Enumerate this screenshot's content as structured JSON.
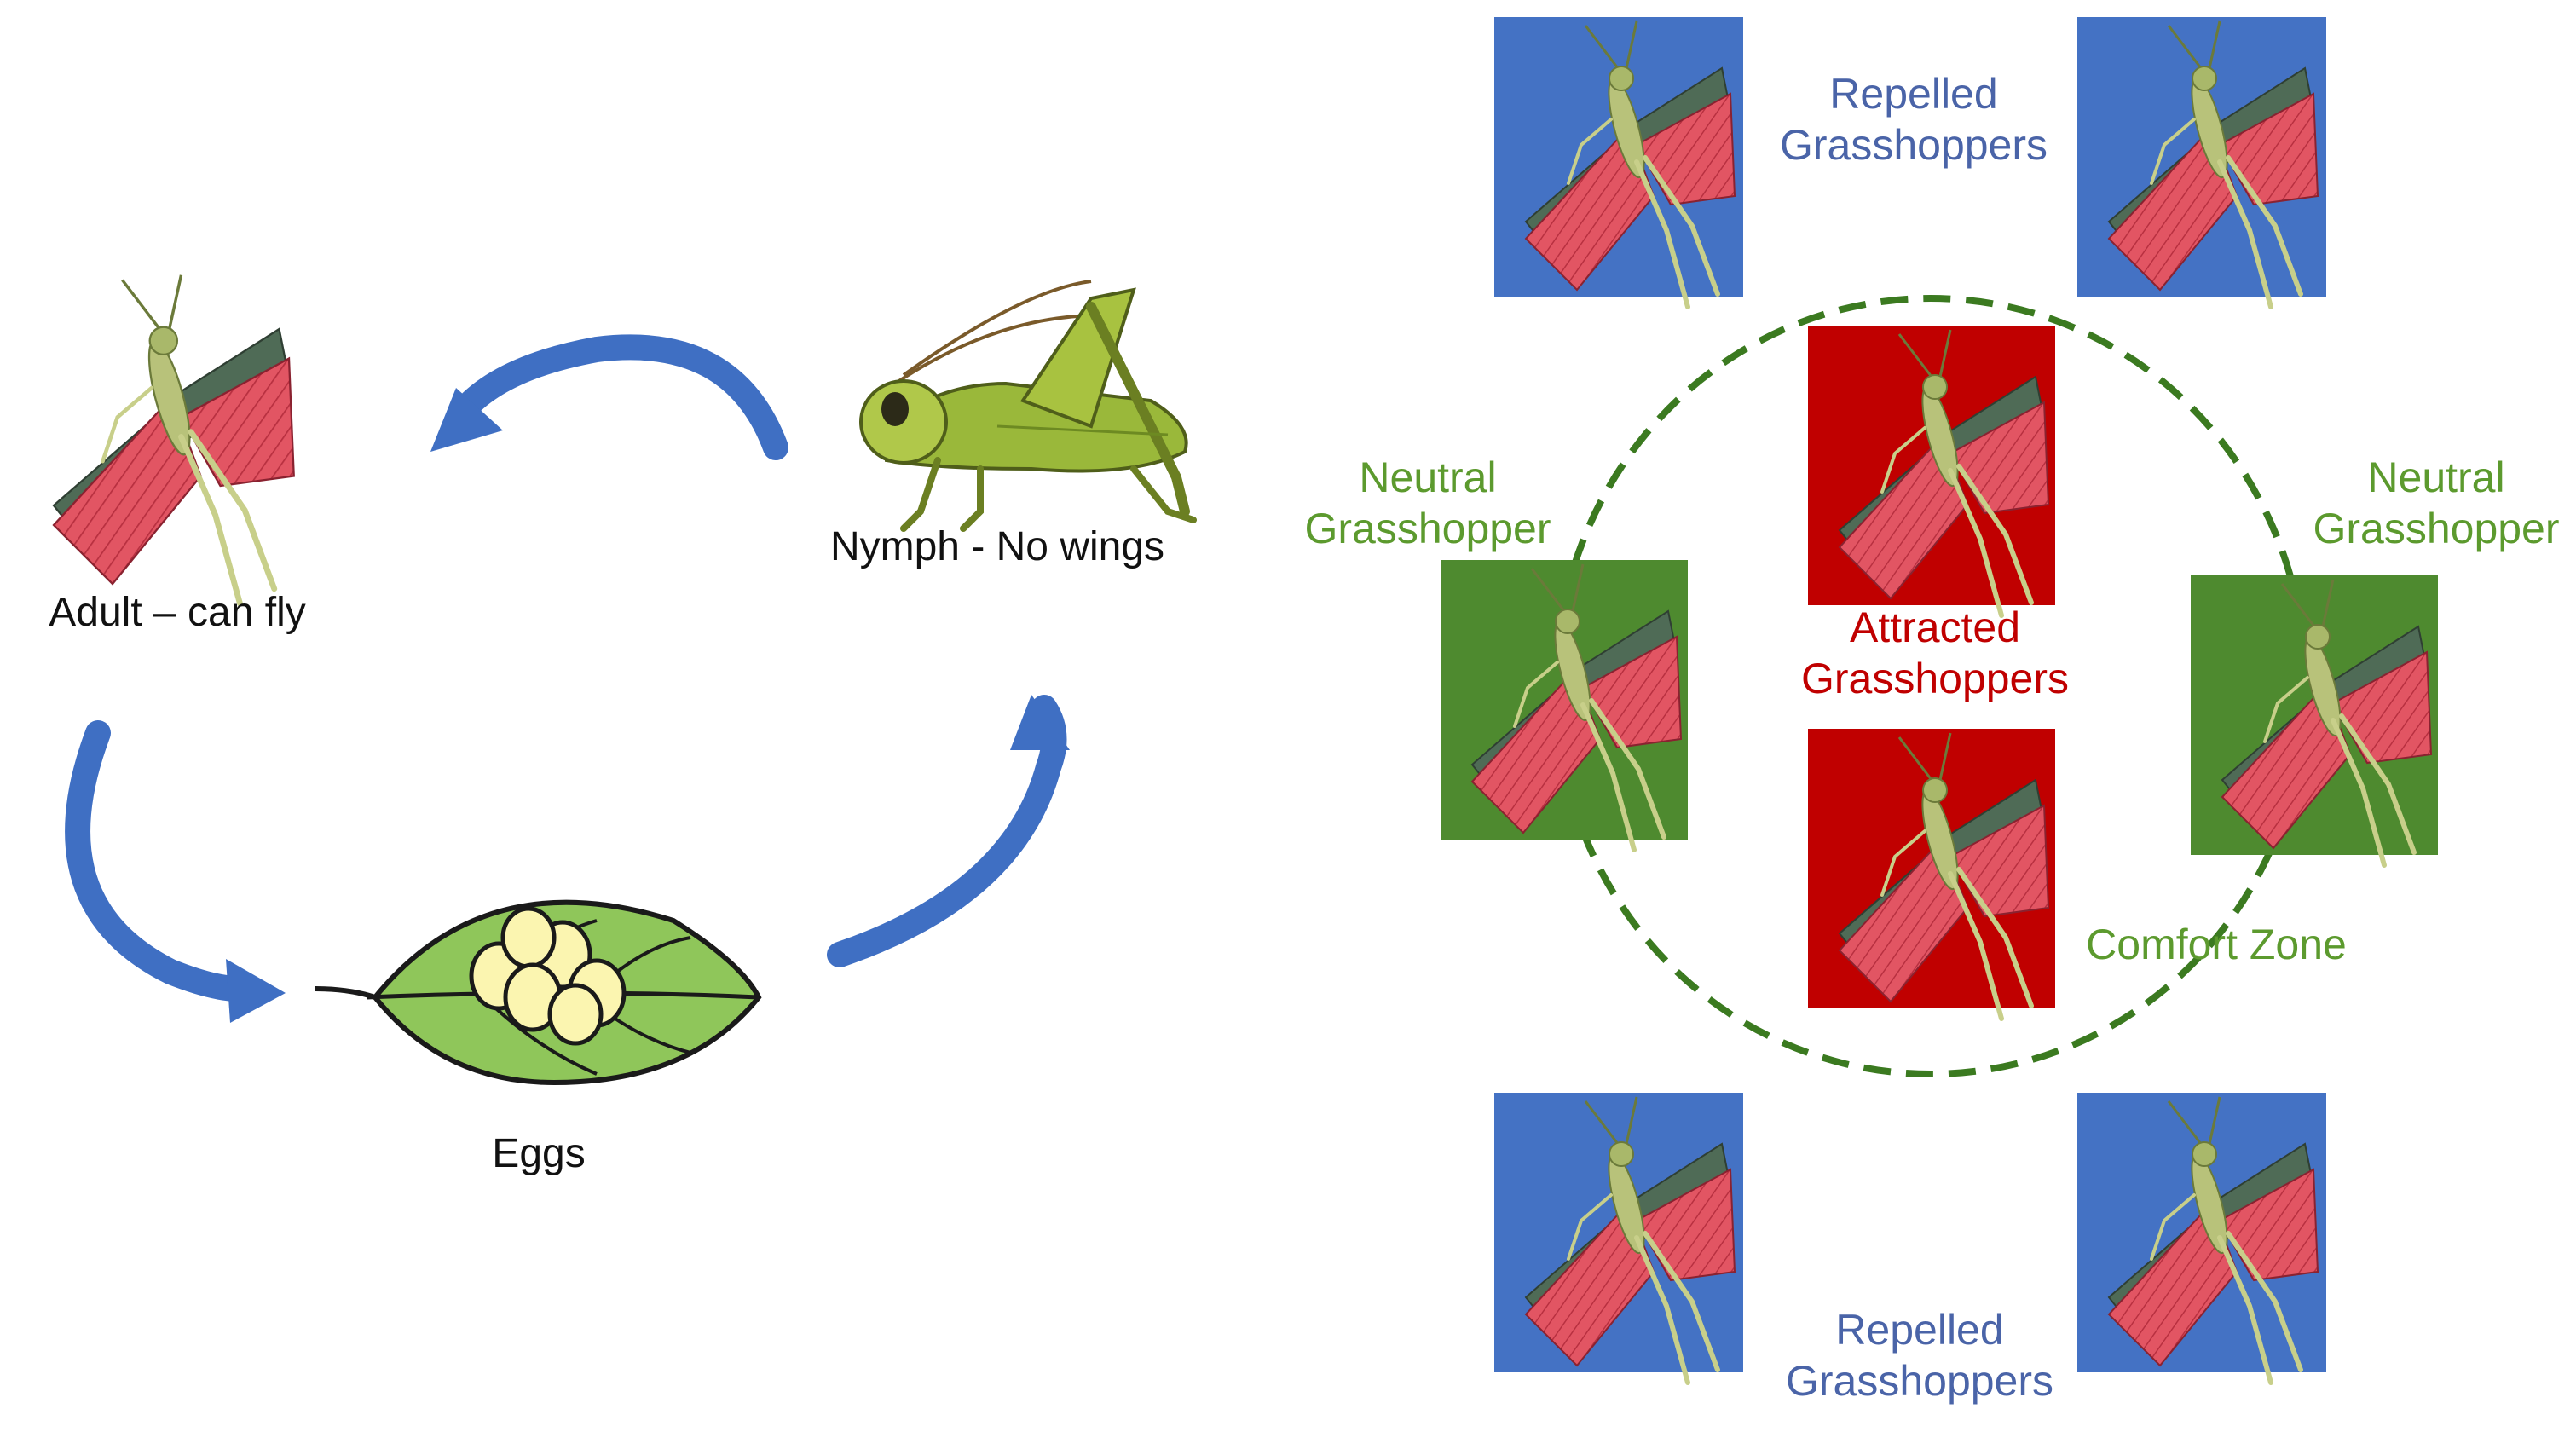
{
  "colors": {
    "arrow": "#3f6fc3",
    "repelled_box": "#4472c4",
    "attracted_box": "#c00000",
    "neutral_box": "#4e8a2f",
    "repelled_text": "#4a64a8",
    "attracted_text": "#c00000",
    "neutral_text": "#5c9a2e",
    "comfort_circle": "#3b7a20",
    "leaf": "#8fc65a",
    "egg": "#fbf5b0",
    "nymph_body": "#8aab2e",
    "wing_red": "#e25563",
    "wing_dark": "#4f6b56"
  },
  "lifecycle": {
    "adult_label": "Adult – can fly",
    "nymph_label": "Nymph - No wings",
    "eggs_label": "Eggs"
  },
  "swarm": {
    "repelled_top_line1": "Repelled",
    "repelled_top_line2": "Grasshoppers",
    "repelled_bottom_line1": "Repelled",
    "repelled_bottom_line2": "Grasshoppers",
    "neutral_left_line1": "Neutral",
    "neutral_left_line2": "Grasshopper",
    "neutral_right_line1": "Neutral",
    "neutral_right_line2": "Grasshopper",
    "attracted_line1": "Attracted",
    "attracted_line2": "Grasshoppers",
    "comfort_zone_label": "Comfort Zone"
  }
}
